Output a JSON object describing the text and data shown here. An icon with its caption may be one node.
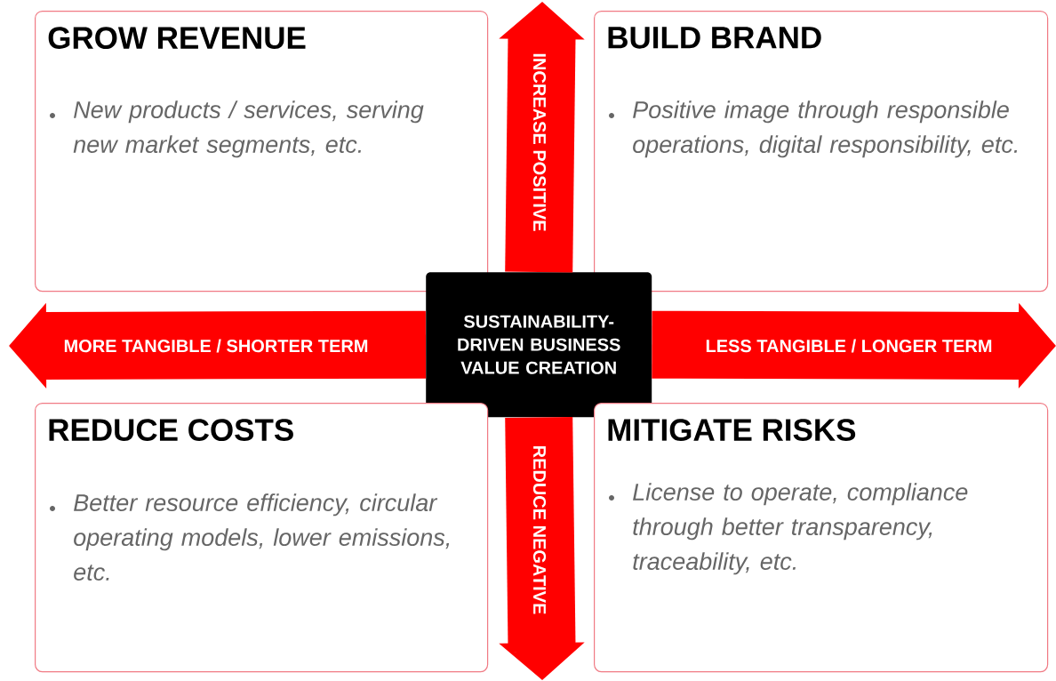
{
  "diagram": {
    "nodes": [
      {
        "text": [
          "GROW REVENUE",
          "New products / services, serving new market segments, etc."
        ]
      },
      {
        "text": [
          "BUILD BRAND",
          "Positive image through responsible operations, digital responsibility, etc."
        ]
      },
      {
        "text": [
          "SUSTAINABILITY-DRIVEN BUSINESS VALUE CREATION"
        ]
      },
      {
        "text": [
          "REDUCE COSTS",
          "Better resource efficiency, circular operating models, lower emissions, etc."
        ]
      },
      {
        "text": [
          "MITIGATE RISKS",
          "License to operate, compliance through better transparency, traceability, etc."
        ]
      }
    ],
    "edges": [
      {
        "from": 2,
        "to": null,
        "arrow": "to",
        "label": "INCREASE POSITIVE"
      },
      {
        "from": 2,
        "to": null,
        "arrow": "to",
        "label": "MORE TANGIBLE / SHORTER TERM"
      },
      {
        "from": 2,
        "to": null,
        "arrow": "to",
        "label": "LESS TANGIBLE / LONGER TERM"
      },
      {
        "from": 2,
        "to": null,
        "arrow": "to",
        "label": "REDUCE NEGATIVE"
      }
    ]
  }
}
